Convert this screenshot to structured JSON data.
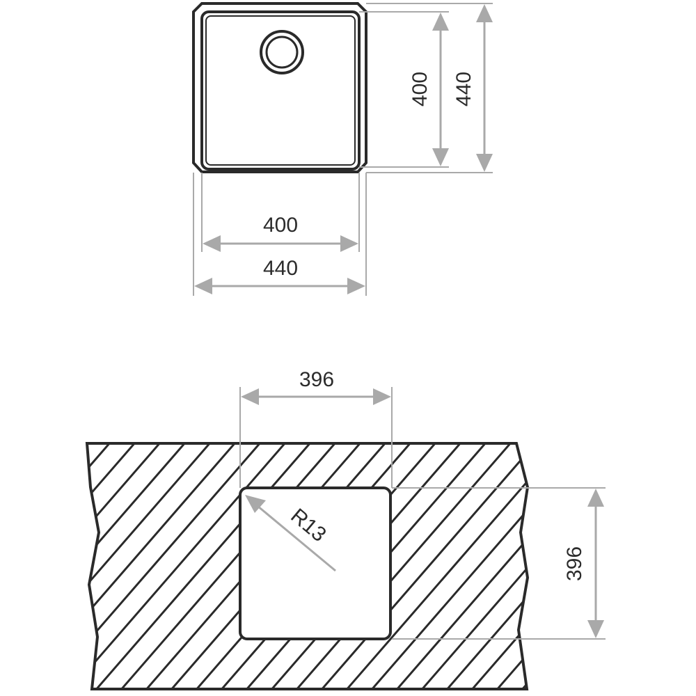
{
  "top_view": {
    "inner_width_label": "400",
    "outer_width_label": "440",
    "inner_height_label": "400",
    "outer_height_label": "440"
  },
  "cutout_view": {
    "width_label": "396",
    "height_label": "396",
    "radius_label": "R13"
  }
}
